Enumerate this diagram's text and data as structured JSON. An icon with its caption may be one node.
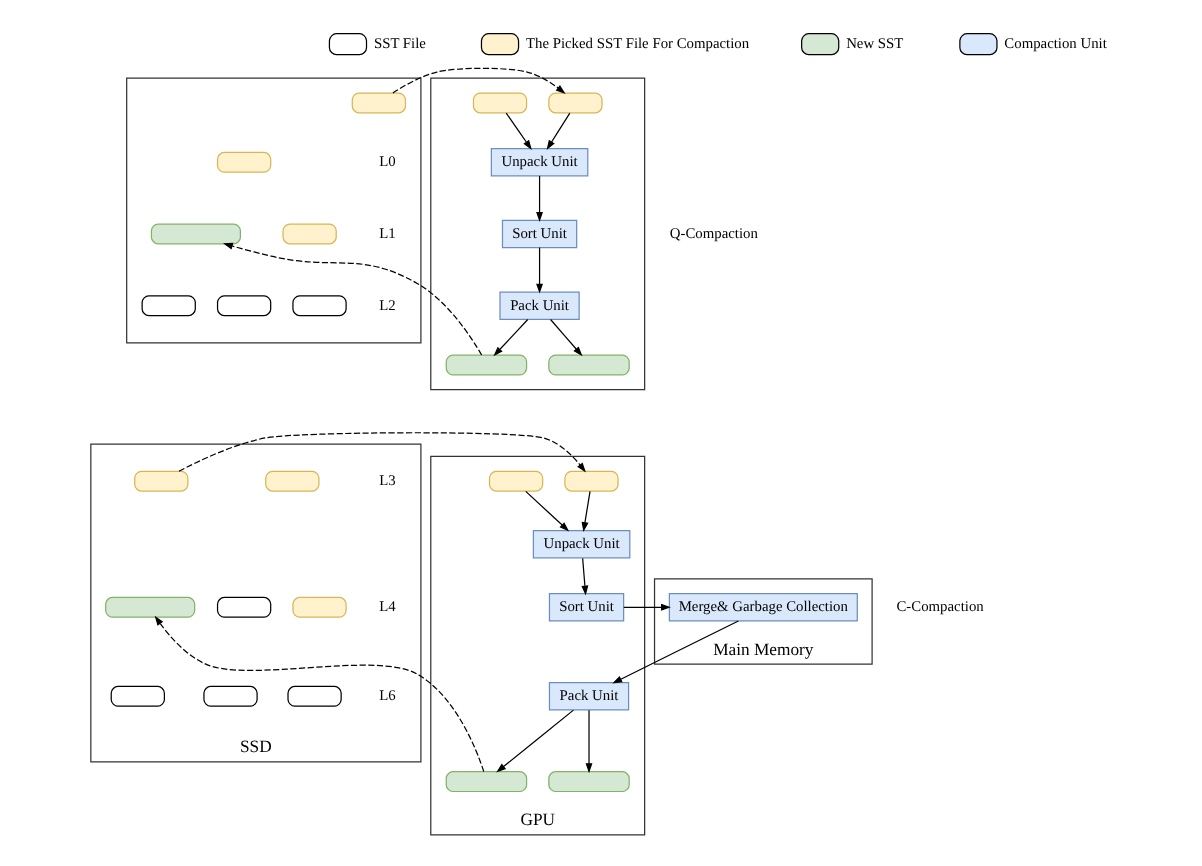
{
  "diagram": {
    "nodes": [
      {
        "text": [],
        "shape": "box"
      },
      {
        "text": [],
        "shape": "box",
        "in": 0
      },
      {
        "text": [],
        "shape": "box",
        "in": 0
      },
      {
        "text": [],
        "shape": "box",
        "in": 0
      },
      {
        "text": [],
        "shape": "box",
        "in": 0
      },
      {
        "text": [],
        "shape": "box",
        "in": 0
      },
      {
        "text": [],
        "shape": "box",
        "in": 0
      },
      {
        "text": [],
        "shape": "box",
        "in": 0
      },
      {
        "text": [],
        "shape": "box"
      },
      {
        "text": [],
        "shape": "box",
        "in": 8
      },
      {
        "text": [],
        "shape": "box",
        "in": 8
      },
      {
        "text": [
          "Unpack Unit"
        ],
        "in": 8
      },
      {
        "text": [
          "Sort Unit"
        ],
        "in": 8
      },
      {
        "text": [
          "Pack Unit"
        ],
        "in": 8
      },
      {
        "text": [],
        "shape": "box",
        "in": 8
      },
      {
        "text": [],
        "shape": "box",
        "in": 8
      },
      {
        "text": [],
        "shape": "box",
        "beside": [
          "SSD"
        ]
      },
      {
        "text": [],
        "shape": "box",
        "in": 16
      },
      {
        "text": [],
        "shape": "box",
        "in": 16
      },
      {
        "text": [],
        "shape": "box",
        "in": 16
      },
      {
        "text": [],
        "shape": "box",
        "in": 16
      },
      {
        "text": [],
        "shape": "box",
        "in": 16
      },
      {
        "text": [],
        "shape": "box",
        "in": 16
      },
      {
        "text": [],
        "shape": "box",
        "in": 16
      },
      {
        "text": [],
        "shape": "box",
        "in": 16
      },
      {
        "text": [],
        "shape": "box",
        "beside": [
          "Main Memory"
        ]
      },
      {
        "text": [
          "Merge& Garbage Collection"
        ],
        "in": 25
      },
      {
        "text": [],
        "shape": "box",
        "beside": [
          "GPU"
        ]
      },
      {
        "text": [],
        "shape": "box",
        "in": 27
      },
      {
        "text": [],
        "shape": "box",
        "in": 27
      },
      {
        "text": [
          "Unpack Unit"
        ],
        "in": 27
      },
      {
        "text": [
          "Sort Unit"
        ],
        "in": 27
      },
      {
        "text": [
          "Pack Unit"
        ],
        "in": 27
      },
      {
        "text": [],
        "shape": "box",
        "in": 27
      },
      {
        "text": [],
        "shape": "box",
        "in": 27
      }
    ],
    "edges": [
      {
        "from": 1,
        "to": 9,
        "arrow": "to",
        "style": "dashed"
      },
      {
        "from": 9,
        "to": 11,
        "arrow": "to"
      },
      {
        "from": 10,
        "to": 11,
        "arrow": "to"
      },
      {
        "from": 11,
        "to": 12,
        "arrow": "to"
      },
      {
        "from": 12,
        "to": 13,
        "arrow": "to"
      },
      {
        "from": 13,
        "to": 14,
        "arrow": "to"
      },
      {
        "from": 13,
        "to": 15,
        "arrow": "to"
      },
      {
        "from": 14,
        "to": 4,
        "arrow": "to",
        "style": "dashed"
      },
      {
        "from": 18,
        "to": 28,
        "arrow": "to",
        "style": "dashed"
      },
      {
        "from": 28,
        "to": 30,
        "arrow": "to"
      },
      {
        "from": 29,
        "to": 30,
        "arrow": "to"
      },
      {
        "from": 30,
        "to": 31,
        "arrow": "to"
      },
      {
        "from": 31,
        "to": 26,
        "arrow": "to"
      },
      {
        "from": 26,
        "to": 32,
        "arrow": "to"
      },
      {
        "from": 32,
        "to": 33,
        "arrow": "to"
      },
      {
        "from": 32,
        "to": 34,
        "arrow": "to"
      },
      {
        "from": 33,
        "to": 21,
        "arrow": "to",
        "style": "dashed"
      }
    ],
    "labels": [
      "Q-Compaction",
      "L0",
      "L1",
      "L2",
      "C-Compaction",
      "L3",
      "L4",
      "L6"
    ],
    "legend": [
      {
        "text": "SST File",
        "color": "#ffffff"
      },
      {
        "text": "The Picked SST File For Compaction",
        "color": "#fff2cc"
      },
      {
        "text": "New SST",
        "color": "#d5e8d4"
      },
      {
        "text": "Compaction Unit",
        "color": "#dae8fc"
      }
    ]
  }
}
